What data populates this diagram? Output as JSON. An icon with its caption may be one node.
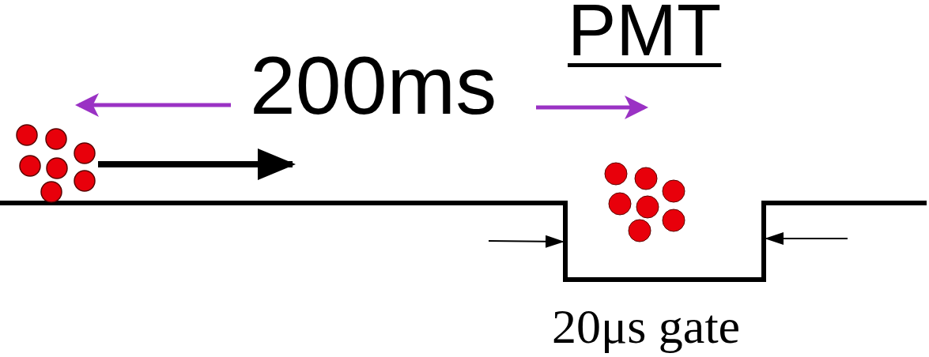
{
  "diagram": {
    "labels": [
      "PMT",
      "200ms",
      "20μs gate"
    ]
  }
}
